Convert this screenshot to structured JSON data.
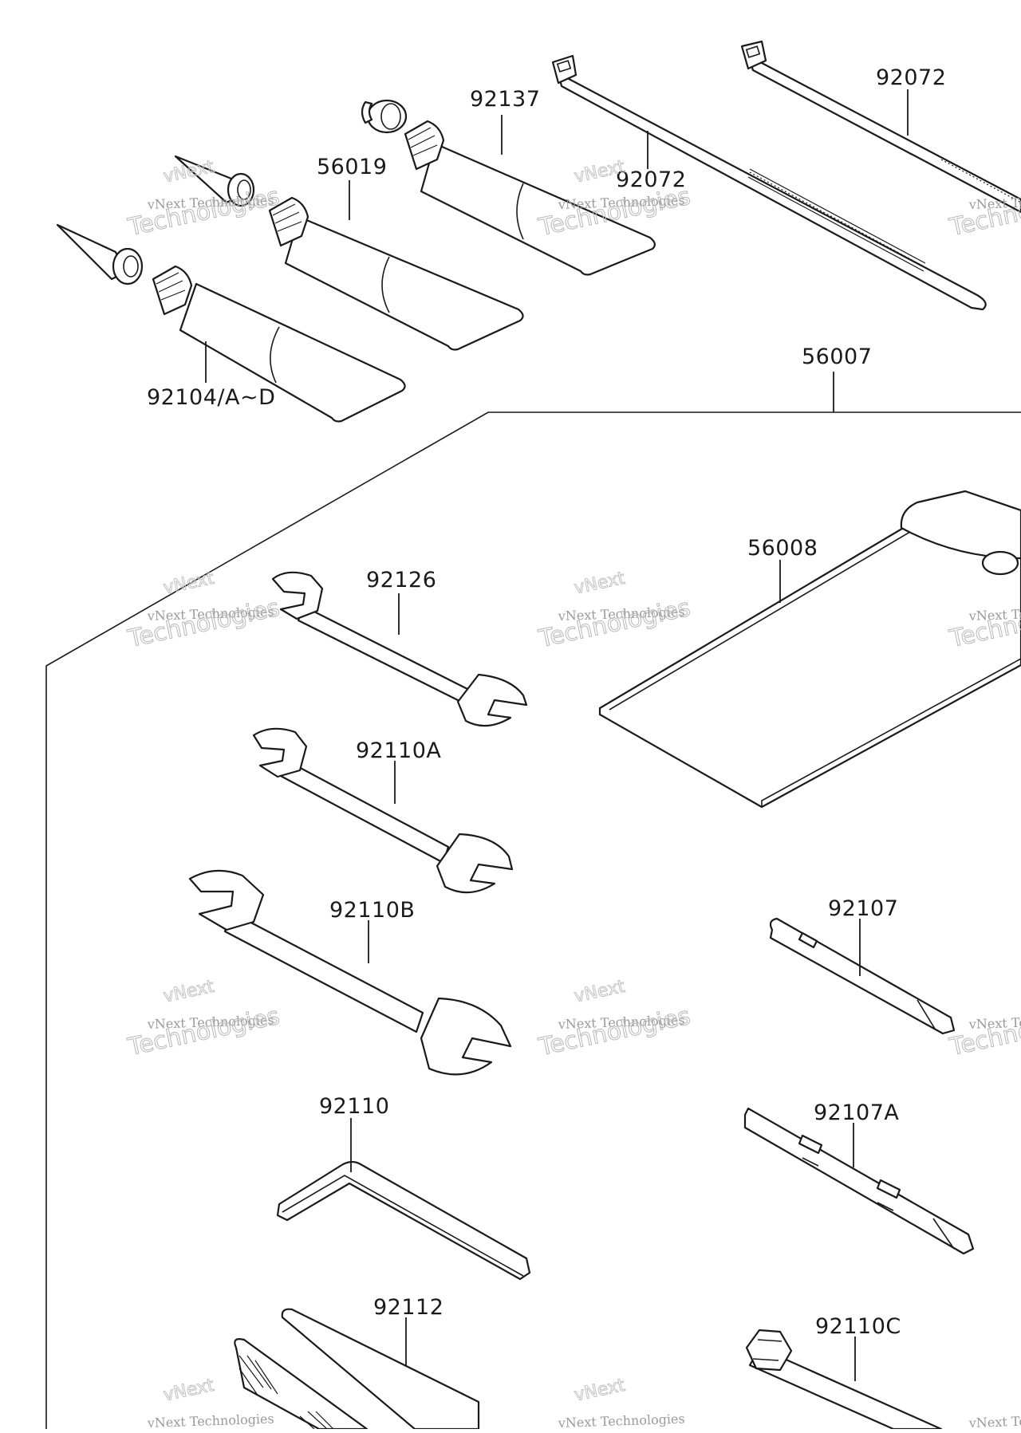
{
  "diagram": {
    "labels": {
      "l92137": "92137",
      "l92072a": "92072",
      "l92072b": "92072",
      "l56019": "56019",
      "l92104": "92104/A~D",
      "l56007": "56007",
      "l56008": "56008",
      "l92126": "92126",
      "l92110A": "92110A",
      "l92110B": "92110B",
      "l92107": "92107",
      "l92110": "92110",
      "l92107A": "92107A",
      "l92112": "92112",
      "l92110C": "92110C"
    },
    "watermark": {
      "line1": "vNext Technologies",
      "line2": "vNext",
      "line3": "Technologies"
    }
  }
}
